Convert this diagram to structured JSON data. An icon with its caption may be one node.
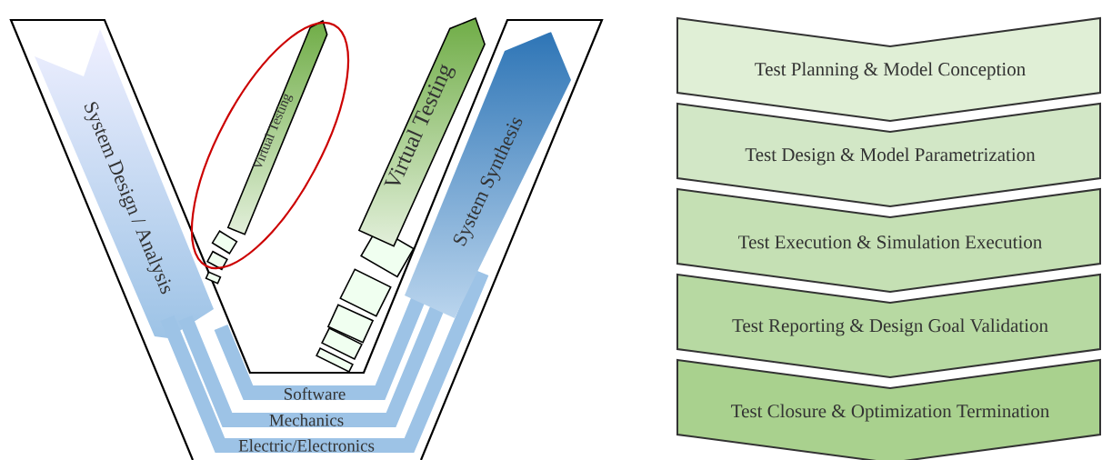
{
  "diagram": {
    "nodes": [
      {
        "text": [
          "System Design / Analysis"
        ]
      },
      {
        "text": [
          "Virtual Testing"
        ]
      },
      {
        "text": [
          "Virtual Testing"
        ]
      },
      {
        "text": [
          "System Synthesis"
        ]
      },
      {
        "text": [
          "Software"
        ]
      },
      {
        "text": [
          "Mechanics"
        ]
      },
      {
        "text": [
          "Electric/Electronics"
        ]
      },
      {
        "text": [
          "Test Planning & Model Conception"
        ]
      },
      {
        "text": [
          "Test Design & Model Parametrization"
        ]
      },
      {
        "text": [
          "Test Execution & Simulation Execution"
        ]
      },
      {
        "text": [
          "Test Reporting & Design Goal Validation"
        ]
      },
      {
        "text": [
          "Test Closure & Optimization Termination"
        ]
      }
    ]
  }
}
